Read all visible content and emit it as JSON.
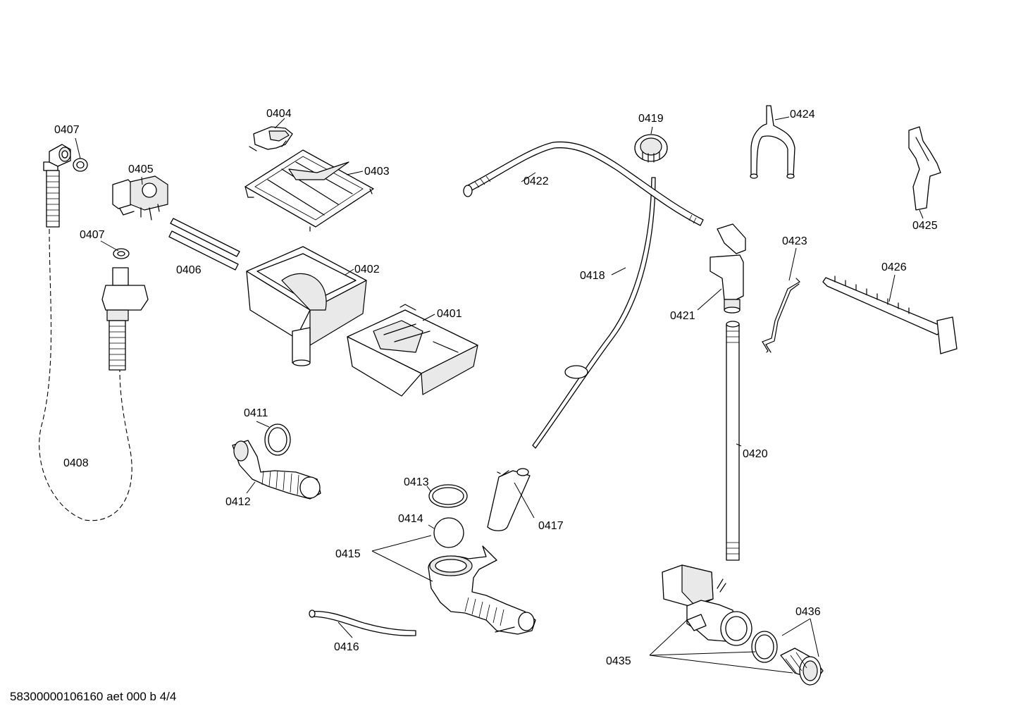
{
  "labels": {
    "p0401": "0401",
    "p0402": "0402",
    "p0403": "0403",
    "p0404": "0404",
    "p0405": "0405",
    "p0406": "0406",
    "p0407a": "0407",
    "p0407b": "0407",
    "p0408": "0408",
    "p0411": "0411",
    "p0412": "0412",
    "p0413": "0413",
    "p0414": "0414",
    "p0415": "0415",
    "p0416": "0416",
    "p0417": "0417",
    "p0418": "0418",
    "p0419": "0419",
    "p0420": "0420",
    "p0421": "0421",
    "p0422": "0422",
    "p0423": "0423",
    "p0424": "0424",
    "p0425": "0425",
    "p0426": "0426",
    "p0435": "0435",
    "p0436": "0436"
  },
  "footer": "58300000106160 aet 000 b 4/4"
}
